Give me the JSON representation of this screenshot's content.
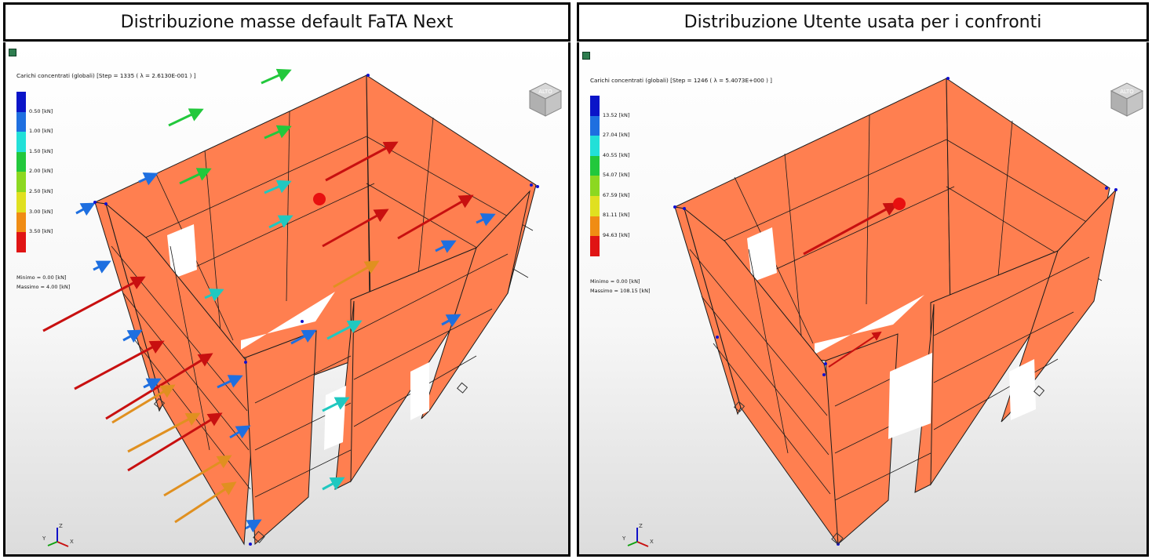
{
  "panels": [
    {
      "title": "Distribuzione masse default FaTA Next",
      "legend_title": "Carichi concentrati (globali) [Step = 1335 ( λ = 2.6130E-001 ) ]",
      "scale_labels": [
        "0.50 [kN]",
        "1.00 [kN]",
        "1.50 [kN]",
        "2.00 [kN]",
        "2.50 [kN]",
        "3.00 [kN]",
        "3.50 [kN]"
      ],
      "minimo": "Minimo = 0.00 [kN]",
      "massimo": "Massimo = 4.00 [kN]",
      "cube_label": "ALTO"
    },
    {
      "title": "Distribuzione Utente usata per i confronti",
      "legend_title": "Carichi concentrati (globali) [Step = 1246 ( λ = 5.4073E+000 ) ]",
      "scale_labels": [
        "13.52 [kN]",
        "27.04 [kN]",
        "40.55 [kN]",
        "54.07 [kN]",
        "67.59 [kN]",
        "81.11 [kN]",
        "94.63 [kN]"
      ],
      "minimo": "Minimo = 0.00 [kN]",
      "massimo": "Massimo = 108.15 [kN]",
      "cube_label": "ALTO"
    }
  ],
  "colors": {
    "scale": [
      "#0a14c8",
      "#1e6fe0",
      "#22e0d8",
      "#22c83c",
      "#8cd820",
      "#e0e020",
      "#f08c14",
      "#e01414"
    ],
    "wall": "#ff7f50",
    "wall_edge": "#1a1a1a",
    "node": "#1010d0",
    "support": "#333333"
  },
  "axes": {
    "x": "X",
    "y": "Y",
    "z": "Z"
  }
}
